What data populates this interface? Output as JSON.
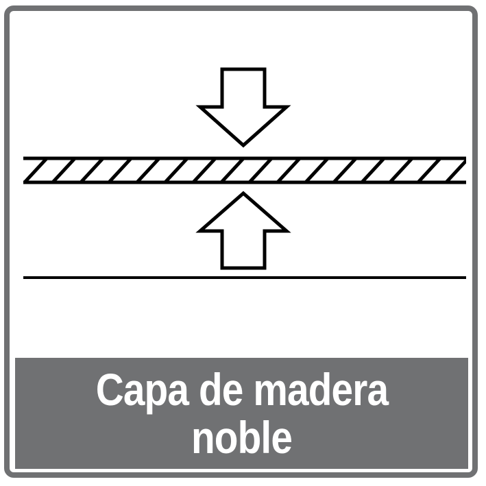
{
  "icon": {
    "title_lines": [
      "Capa de madera",
      "noble"
    ],
    "colors": {
      "frame": "#707173",
      "band": "#707173",
      "text": "#ffffff",
      "stroke": "#000000",
      "background": "#ffffff"
    },
    "elements": {
      "top_arrow": "arrow-down-icon",
      "veneer_layer": "hatched-layer",
      "bottom_arrow": "arrow-up-icon",
      "base_line": "substrate-line"
    }
  }
}
